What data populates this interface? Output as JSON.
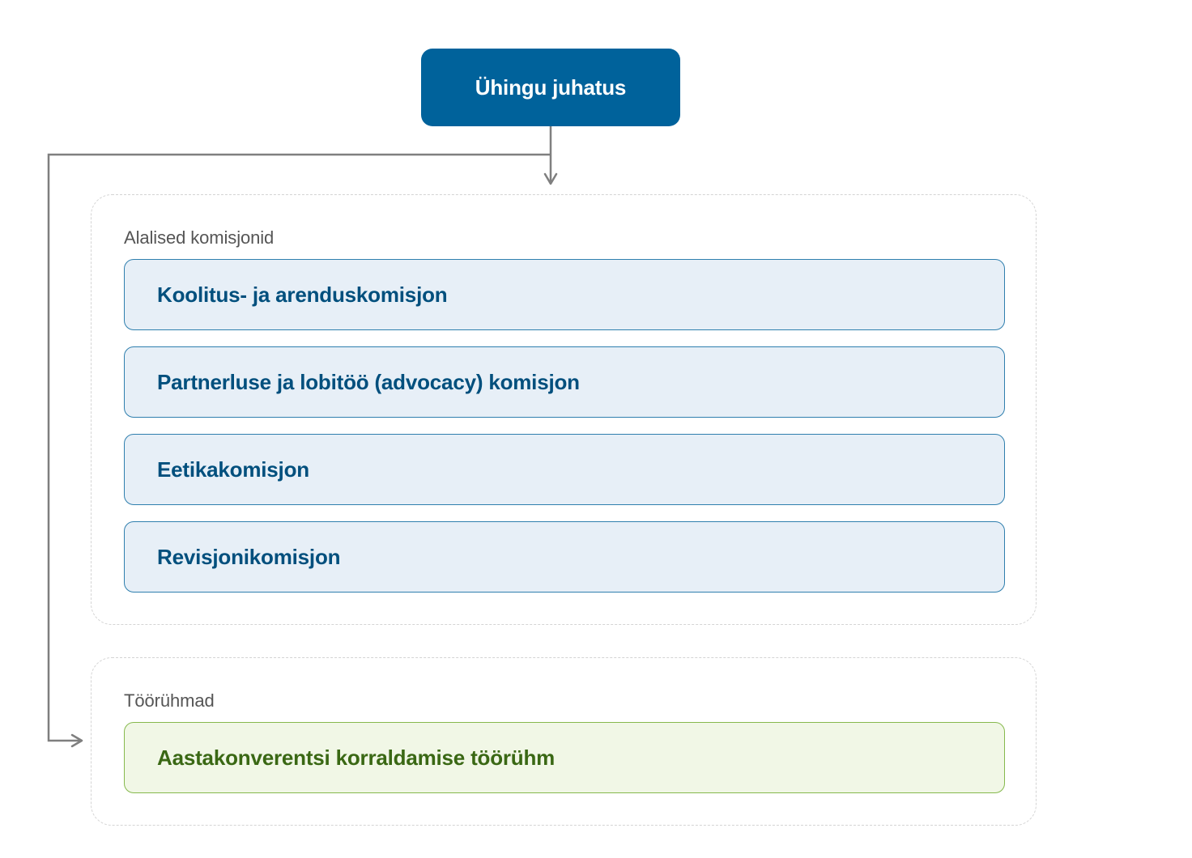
{
  "root": {
    "label": "Ühingu juhatus"
  },
  "groups": [
    {
      "label": "Alalised komisjonid",
      "items": [
        {
          "label": "Koolitus- ja arenduskomisjon"
        },
        {
          "label": "Partnerluse ja lobitöö (advocacy) komisjon"
        },
        {
          "label": "Eetikakomisjon"
        },
        {
          "label": "Revisjonikomisjon"
        }
      ]
    },
    {
      "label": "Töörühmad",
      "items": [
        {
          "label": "Aastakonverentsi korraldamise töörühm"
        }
      ]
    }
  ],
  "colors": {
    "root_fill": "#00629b",
    "committee_fill": "#e7eff7",
    "committee_border": "#2f7fae",
    "committee_text": "#004f7d",
    "workgroup_fill": "#f1f7e6",
    "workgroup_border": "#86b94d",
    "workgroup_text": "#3a6814",
    "connector": "#7f7f7f"
  }
}
